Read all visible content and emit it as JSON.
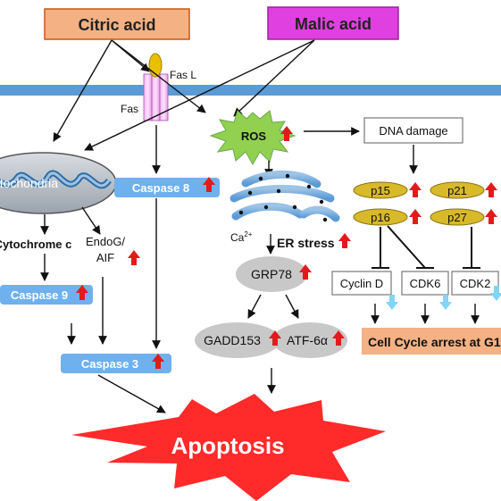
{
  "sources": {
    "citric": "Citric acid",
    "malic": "Malic acid"
  },
  "receptor": {
    "ligand": "Fas L",
    "receptor": "Fas"
  },
  "mito": "Mitochondria",
  "cytc": "Cytochrome c",
  "casp9": "Caspase 9",
  "endog_line1": "EndoG/",
  "endog_line2": "AIF",
  "casp8": "Caspase 8",
  "casp3": "Caspase 3",
  "ros": "ROS",
  "dna": "DNA damage",
  "ca": "Ca",
  "ca_sup": "2+",
  "er_stress": "ER stress",
  "grp78": "GRP78",
  "gadd153": "GADD153",
  "atf6": "ATF-6α",
  "p15": "p15",
  "p16": "p16",
  "p21": "p21",
  "p27": "p27",
  "cyclind": "Cyclin D",
  "cdk6": "CDK6",
  "cdk2": "CDK2",
  "arrest": "Cell Cycle arrest at G1",
  "apoptosis": "Apoptosis",
  "colors": {
    "citric_box": "#f4b183",
    "malic_box": "#e040e0",
    "membrane": "#5b9bd5",
    "caspase": "#6fb0ef",
    "ros_star": "#92d050",
    "up_arrow": "#e31a1c",
    "down_arrow": "#7fd6f5",
    "apoptosis_star": "#ff2a2a",
    "cyclin_oval": "#d8b92a",
    "grey_oval": "#c8c8c8",
    "arrest_box": "#f4b183"
  }
}
